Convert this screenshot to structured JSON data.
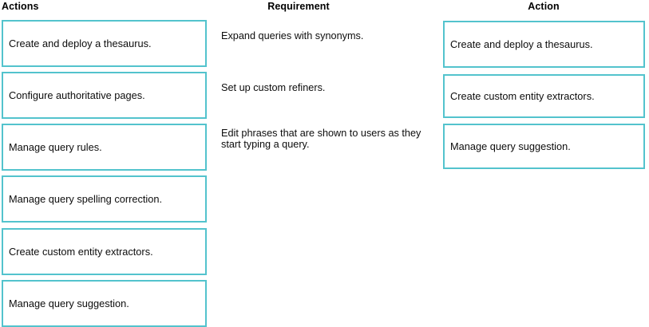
{
  "headers": {
    "actions": "Actions",
    "requirement": "Requirement",
    "action": "Action"
  },
  "colors": {
    "box_border": "#53c3cd",
    "box_background": "#ffffff",
    "text": "#0d0d0d",
    "page_background": "#ffffff"
  },
  "source_actions": [
    {
      "label": "Create and deploy a thesaurus."
    },
    {
      "label": "Configure authoritative pages."
    },
    {
      "label": "Manage query rules."
    },
    {
      "label": "Manage query spelling correction."
    },
    {
      "label": "Create custom entity extractors."
    },
    {
      "label": "Manage query suggestion."
    }
  ],
  "requirements": [
    {
      "text": "Expand queries with synonyms."
    },
    {
      "text": "Set up custom refiners."
    },
    {
      "text": "Edit phrases that are shown to users as they start typing a query."
    }
  ],
  "answers": [
    {
      "label": "Create and deploy a thesaurus."
    },
    {
      "label": "Create custom entity extractors."
    },
    {
      "label": "Manage query suggestion."
    }
  ]
}
